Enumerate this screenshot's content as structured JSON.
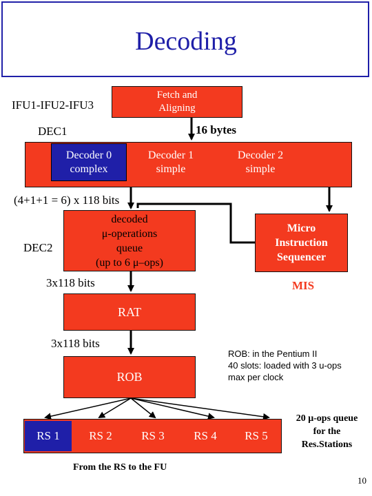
{
  "slide": {
    "title": "Decoding",
    "page_number": "10"
  },
  "labels": {
    "ifu": "IFU1-IFU2-IFU3",
    "dec1": "DEC1",
    "dec2": "DEC2",
    "bytes": "16 bytes",
    "bits_total": "(4+1+1 = 6) x 118 bits",
    "bits_1": "3x118 bits",
    "bits_2": "3x118 bits",
    "mis": "MIS",
    "from_rs": "From the RS to the FU"
  },
  "boxes": {
    "fetch": [
      "Fetch and",
      "Aligning"
    ],
    "decoder0": [
      "Decoder 0",
      "complex"
    ],
    "decoder1": [
      "Decoder 1",
      "simple"
    ],
    "decoder2": [
      "Decoder 2",
      "simple"
    ],
    "queue": [
      "decoded",
      "μ-operations",
      "queue",
      "(up to 6 μ–ops)"
    ],
    "msequencer": [
      "Micro",
      "Instruction",
      "Sequencer"
    ],
    "rat": "RAT",
    "rob": "ROB"
  },
  "rob_note": [
    "ROB: in the Pentium II",
    "40 slots: loaded with 3 u-ops",
    "max per clock"
  ],
  "rs_note": [
    "20 μ-ops queue",
    "for the",
    "Res.Stations"
  ],
  "rs": [
    "RS 1",
    "RS 2",
    "RS 3",
    "RS 4",
    "RS 5"
  ],
  "colors": {
    "box": "#f33a1f",
    "rs": "#1f1fa8",
    "title": "#1f1fa8"
  }
}
